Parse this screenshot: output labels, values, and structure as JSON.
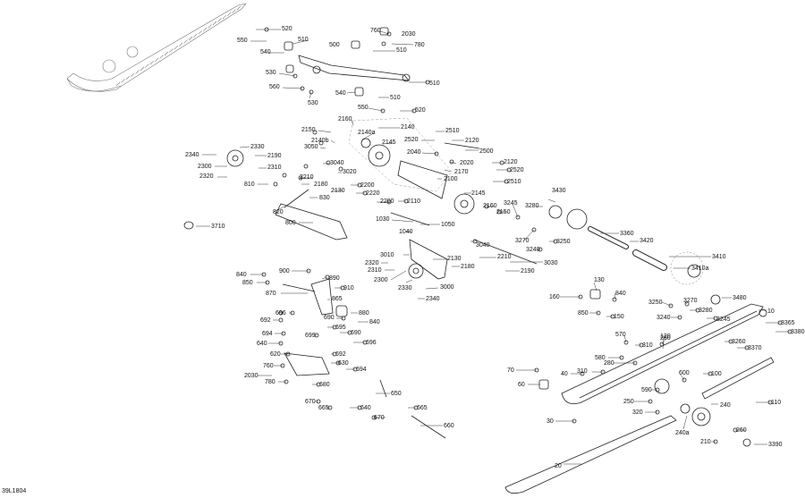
{
  "diagram": {
    "doc_code": "39L1804",
    "callouts": [
      {
        "id": "c520a",
        "text": "520"
      },
      {
        "id": "c550a",
        "text": "550"
      },
      {
        "id": "c540a",
        "text": "540"
      },
      {
        "id": "c510a",
        "text": "510"
      },
      {
        "id": "c500",
        "text": "500"
      },
      {
        "id": "c760a",
        "text": "760"
      },
      {
        "id": "c2030a",
        "text": "2030"
      },
      {
        "id": "c780a",
        "text": "780"
      },
      {
        "id": "c510b",
        "text": "510"
      },
      {
        "id": "c530a",
        "text": "530"
      },
      {
        "id": "c560",
        "text": "560"
      },
      {
        "id": "c530b",
        "text": "530"
      },
      {
        "id": "c540b",
        "text": "540"
      },
      {
        "id": "c510c",
        "text": "510"
      },
      {
        "id": "c510d",
        "text": "510"
      },
      {
        "id": "c550b",
        "text": "550"
      },
      {
        "id": "c520b",
        "text": "520"
      },
      {
        "id": "c2160",
        "text": "2160"
      },
      {
        "id": "c2150a",
        "text": "2150"
      },
      {
        "id": "c2140",
        "text": "2140"
      },
      {
        "id": "c2140a",
        "text": "2140a"
      },
      {
        "id": "c2140b",
        "text": "2140b"
      },
      {
        "id": "c2510a",
        "text": "2510"
      },
      {
        "id": "c2520a",
        "text": "2520"
      },
      {
        "id": "c2120a",
        "text": "2120"
      },
      {
        "id": "c2145a",
        "text": "2145"
      },
      {
        "id": "c3050",
        "text": "3050"
      },
      {
        "id": "c2500",
        "text": "2500"
      },
      {
        "id": "c2040",
        "text": "2040"
      },
      {
        "id": "c2020",
        "text": "2020"
      },
      {
        "id": "c2170",
        "text": "2170"
      },
      {
        "id": "c2120b",
        "text": "2120"
      },
      {
        "id": "c2520b",
        "text": "2520"
      },
      {
        "id": "c2100",
        "text": "2100"
      },
      {
        "id": "c2510b",
        "text": "2510"
      },
      {
        "id": "c3040a",
        "text": "3040"
      },
      {
        "id": "c3020",
        "text": "3020"
      },
      {
        "id": "c2200a",
        "text": "2200"
      },
      {
        "id": "c2220",
        "text": "2220"
      },
      {
        "id": "c2210a",
        "text": "2210"
      },
      {
        "id": "c2130a",
        "text": "2130"
      },
      {
        "id": "c2200b",
        "text": "2200"
      },
      {
        "id": "c2110",
        "text": "2110"
      },
      {
        "id": "c2340a",
        "text": "2340"
      },
      {
        "id": "c2330a",
        "text": "2330"
      },
      {
        "id": "c2190a",
        "text": "2190"
      },
      {
        "id": "c2300a",
        "text": "2300"
      },
      {
        "id": "c2310a",
        "text": "2310"
      },
      {
        "id": "c2320a",
        "text": "2320"
      },
      {
        "id": "c2180a",
        "text": "2180"
      },
      {
        "id": "c810",
        "text": "810"
      },
      {
        "id": "c830",
        "text": "830"
      },
      {
        "id": "c820",
        "text": "820"
      },
      {
        "id": "c800",
        "text": "800"
      },
      {
        "id": "c3710",
        "text": "3710"
      },
      {
        "id": "c1030",
        "text": "1030"
      },
      {
        "id": "c1050",
        "text": "1050"
      },
      {
        "id": "c1040",
        "text": "1040"
      },
      {
        "id": "c2145b",
        "text": "2145"
      },
      {
        "id": "c2160b",
        "text": "2160"
      },
      {
        "id": "c2150b",
        "text": "2150"
      },
      {
        "id": "c3245a",
        "text": "3245"
      },
      {
        "id": "c3280a",
        "text": "3280"
      },
      {
        "id": "c3430",
        "text": "3430"
      },
      {
        "id": "c3040b",
        "text": "3040"
      },
      {
        "id": "c3240a",
        "text": "3240"
      },
      {
        "id": "c3270a",
        "text": "3270"
      },
      {
        "id": "c3250a",
        "text": "3250"
      },
      {
        "id": "c3360",
        "text": "3360"
      },
      {
        "id": "c3420",
        "text": "3420"
      },
      {
        "id": "c3410",
        "text": "3410"
      },
      {
        "id": "c3410a",
        "text": "3410a"
      },
      {
        "id": "c3010",
        "text": "3010"
      },
      {
        "id": "c2130b",
        "text": "2130"
      },
      {
        "id": "c2210b",
        "text": "2210"
      },
      {
        "id": "c2320b",
        "text": "2320"
      },
      {
        "id": "c2310b",
        "text": "2310"
      },
      {
        "id": "c2180b",
        "text": "2180"
      },
      {
        "id": "c3030",
        "text": "3030"
      },
      {
        "id": "c2300b",
        "text": "2300"
      },
      {
        "id": "c2330b",
        "text": "2330"
      },
      {
        "id": "c3000",
        "text": "3000"
      },
      {
        "id": "c2190b",
        "text": "2190"
      },
      {
        "id": "c2340b",
        "text": "2340"
      },
      {
        "id": "c840a",
        "text": "840"
      },
      {
        "id": "c900",
        "text": "900"
      },
      {
        "id": "c890",
        "text": "890"
      },
      {
        "id": "c850a",
        "text": "850"
      },
      {
        "id": "c910",
        "text": "910"
      },
      {
        "id": "c870",
        "text": "870"
      },
      {
        "id": "c865",
        "text": "865"
      },
      {
        "id": "c880",
        "text": "880"
      },
      {
        "id": "c696a",
        "text": "696"
      },
      {
        "id": "c690a",
        "text": "690"
      },
      {
        "id": "c840b",
        "text": "840"
      },
      {
        "id": "c692a",
        "text": "692"
      },
      {
        "id": "c695",
        "text": "695"
      },
      {
        "id": "c694a",
        "text": "694"
      },
      {
        "id": "c699",
        "text": "699"
      },
      {
        "id": "c690b",
        "text": "690"
      },
      {
        "id": "c640a",
        "text": "640"
      },
      {
        "id": "c696b",
        "text": "696"
      },
      {
        "id": "c692b",
        "text": "692"
      },
      {
        "id": "c620",
        "text": "620"
      },
      {
        "id": "c630",
        "text": "630"
      },
      {
        "id": "c760b",
        "text": "760"
      },
      {
        "id": "c694b",
        "text": "694"
      },
      {
        "id": "c2030b",
        "text": "2030"
      },
      {
        "id": "c780b",
        "text": "780"
      },
      {
        "id": "c680",
        "text": "680"
      },
      {
        "id": "c650",
        "text": "650"
      },
      {
        "id": "c670a",
        "text": "670"
      },
      {
        "id": "c665a",
        "text": "665"
      },
      {
        "id": "c640b",
        "text": "640"
      },
      {
        "id": "c665b",
        "text": "665"
      },
      {
        "id": "c670b",
        "text": "670"
      },
      {
        "id": "c660",
        "text": "660"
      },
      {
        "id": "c130",
        "text": "130"
      },
      {
        "id": "c160",
        "text": "160"
      },
      {
        "id": "c840c",
        "text": "840"
      },
      {
        "id": "c850b",
        "text": "850"
      },
      {
        "id": "c150",
        "text": "150"
      },
      {
        "id": "c3250b",
        "text": "3250"
      },
      {
        "id": "c3270b",
        "text": "3270"
      },
      {
        "id": "c3480",
        "text": "3480"
      },
      {
        "id": "c3280b",
        "text": "3280"
      },
      {
        "id": "c3240b",
        "text": "3240"
      },
      {
        "id": "c3245b",
        "text": "3245"
      },
      {
        "id": "c10",
        "text": "10"
      },
      {
        "id": "c3365",
        "text": "3365"
      },
      {
        "id": "c3380",
        "text": "3380"
      },
      {
        "id": "c3260",
        "text": "3260"
      },
      {
        "id": "c3370",
        "text": "3370"
      },
      {
        "id": "c570",
        "text": "570"
      },
      {
        "id": "c280a",
        "text": "280"
      },
      {
        "id": "c120",
        "text": "120"
      },
      {
        "id": "c310a",
        "text": "310"
      },
      {
        "id": "c580",
        "text": "580"
      },
      {
        "id": "c280b",
        "text": "280"
      },
      {
        "id": "c70",
        "text": "70"
      },
      {
        "id": "c310b",
        "text": "310"
      },
      {
        "id": "c40",
        "text": "40"
      },
      {
        "id": "c600",
        "text": "600"
      },
      {
        "id": "c60",
        "text": "60"
      },
      {
        "id": "c590",
        "text": "590"
      },
      {
        "id": "c100",
        "text": "100"
      },
      {
        "id": "c250",
        "text": "250"
      },
      {
        "id": "c240",
        "text": "240"
      },
      {
        "id": "c110",
        "text": "110"
      },
      {
        "id": "c320",
        "text": "320"
      },
      {
        "id": "c30",
        "text": "30"
      },
      {
        "id": "c240a",
        "text": "240a"
      },
      {
        "id": "c260",
        "text": "260"
      },
      {
        "id": "c210",
        "text": "210"
      },
      {
        "id": "c3390",
        "text": "3390"
      },
      {
        "id": "c20",
        "text": "20"
      }
    ]
  }
}
